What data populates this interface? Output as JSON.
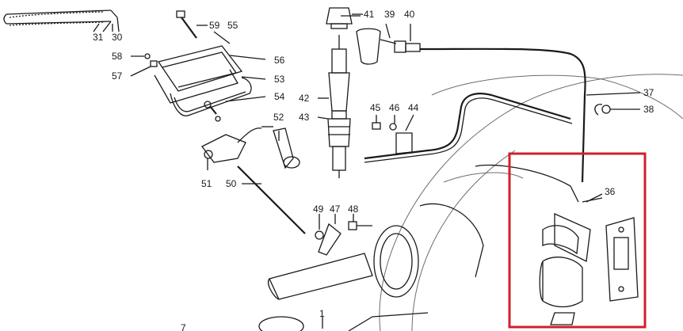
{
  "labels": {
    "l31": "31",
    "l30": "30",
    "l59": "59",
    "l55": "55",
    "l58": "58",
    "l57": "57",
    "l56": "56",
    "l53": "53",
    "l54": "54",
    "l41": "41",
    "l39": "39",
    "l40": "40",
    "l42": "42",
    "l43": "43",
    "l45": "45",
    "l46": "46",
    "l44": "44",
    "l52": "52",
    "l51": "51",
    "l50": "50",
    "l49": "49",
    "l47": "47",
    "l48": "48",
    "l37": "37",
    "l38": "38",
    "l36": "36",
    "l1": "1",
    "l7": "7"
  },
  "highlight": {
    "color": "#d0202c",
    "target": "36"
  }
}
